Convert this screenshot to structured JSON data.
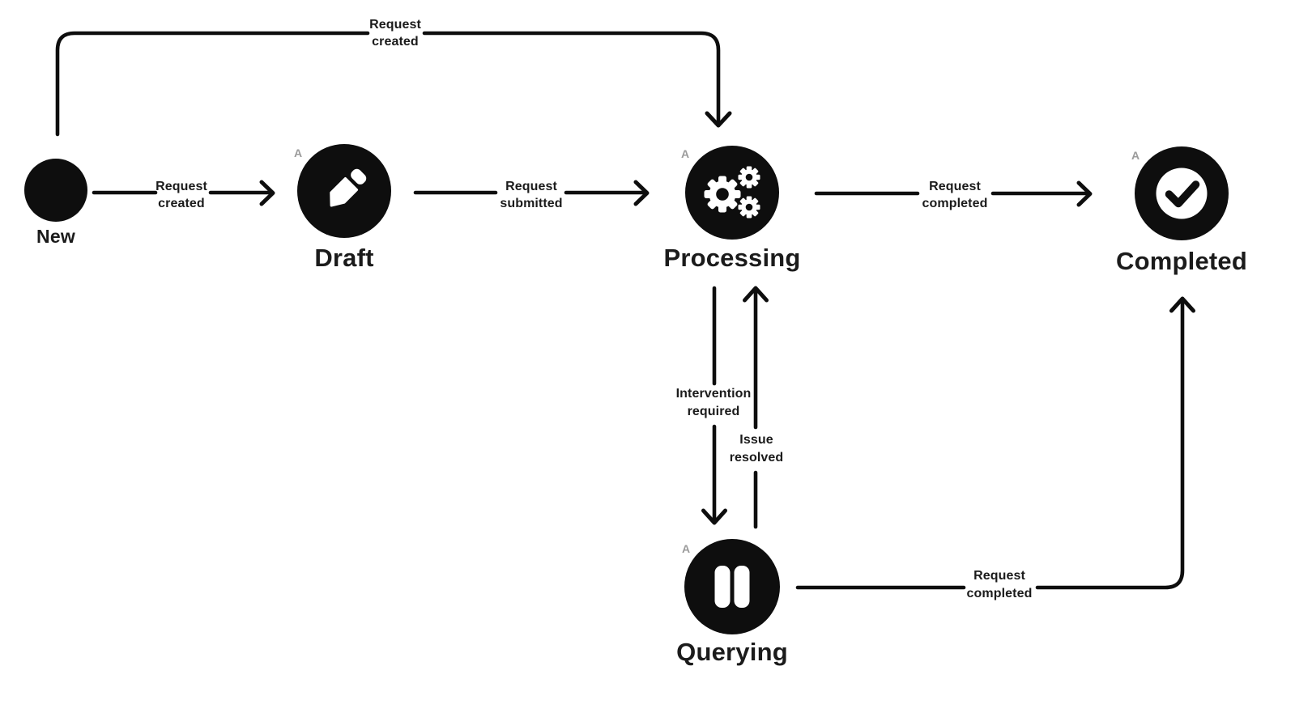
{
  "diagram": {
    "background_color": "#ffffff",
    "ink_color": "#0e0e0e",
    "text_color": "#1b1b1b",
    "annotation_color": "#9b9b9b",
    "nodes": [
      {
        "id": "new",
        "label": "New",
        "icon": "start-dot-icon"
      },
      {
        "id": "draft",
        "label": "Draft",
        "icon": "pencil-icon",
        "annotation": "A"
      },
      {
        "id": "processing",
        "label": "Processing",
        "icon": "gears-icon",
        "annotation": "A"
      },
      {
        "id": "completed",
        "label": "Completed",
        "icon": "check-circle-icon",
        "annotation": "A"
      },
      {
        "id": "querying",
        "label": "Querying",
        "icon": "pause-icon",
        "annotation": "A"
      }
    ],
    "edges": [
      {
        "from": "new",
        "to": "processing",
        "label_lines": [
          "Request",
          "created"
        ]
      },
      {
        "from": "new",
        "to": "draft",
        "label_lines": [
          "Request",
          "created"
        ]
      },
      {
        "from": "draft",
        "to": "processing",
        "label_lines": [
          "Request",
          "submitted"
        ]
      },
      {
        "from": "processing",
        "to": "completed",
        "label_lines": [
          "Request",
          "completed"
        ]
      },
      {
        "from": "processing",
        "to": "querying",
        "label_lines": [
          "Intervention",
          "required"
        ]
      },
      {
        "from": "querying",
        "to": "processing",
        "label_lines": [
          "Issue",
          "resolved"
        ]
      },
      {
        "from": "querying",
        "to": "completed",
        "label_lines": [
          "Request",
          "completed"
        ]
      }
    ]
  }
}
